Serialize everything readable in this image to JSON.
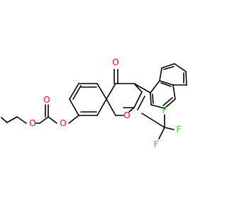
{
  "structure": {
    "atom_labels": {
      "carbonyl_o": "O",
      "ring_o": "O",
      "ester_o1": "O",
      "ester_o2": "O",
      "carbonate_o": "O",
      "f_top": "F",
      "f_right": "F",
      "f_left": "F"
    },
    "colors": {
      "bond": "#000000",
      "oxygen": "#ff0000",
      "fluorine": "#33cc33",
      "background": "#ffffff"
    }
  }
}
